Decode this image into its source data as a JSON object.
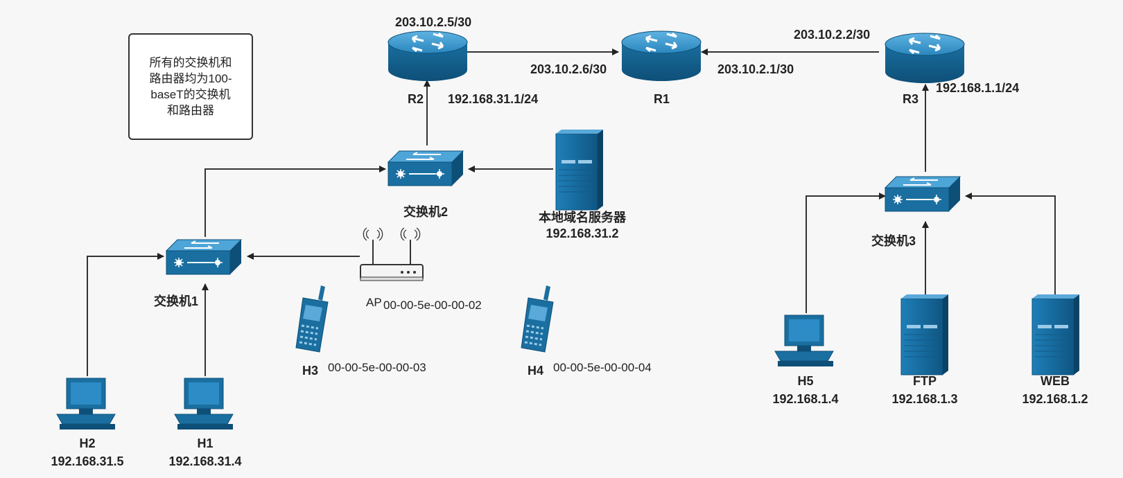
{
  "note": {
    "text": "所有的交换机和\n路由器均为100-\nbaseT的交换机\n和路由器"
  },
  "routers": {
    "r1": {
      "name": "R1",
      "ip_left": "203.10.2.6/30",
      "ip_right": "203.10.2.1/30"
    },
    "r2": {
      "name": "R2",
      "ip_wan": "203.10.2.5/30",
      "ip_lan": "192.168.31.1/24"
    },
    "r3": {
      "name": "R3",
      "ip_wan": "203.10.2.2/30",
      "ip_lan": "192.168.1.1/24"
    }
  },
  "switches": {
    "s1": "交换机1",
    "s2": "交换机2",
    "s3": "交换机3"
  },
  "dns": {
    "name": "本地域名服务器",
    "ip": "192.168.31.2"
  },
  "ap": {
    "name": "AP",
    "mac": "00-00-5e-00-00-02"
  },
  "hosts": {
    "h1": {
      "name": "H1",
      "ip": "192.168.31.4"
    },
    "h2": {
      "name": "H2",
      "ip": "192.168.31.5"
    },
    "h3": {
      "name": "H3",
      "mac": "00-00-5e-00-00-03"
    },
    "h4": {
      "name": "H4",
      "mac": "00-00-5e-00-00-04"
    },
    "h5": {
      "name": "H5",
      "ip": "192.168.1.4"
    }
  },
  "servers": {
    "ftp": {
      "name": "FTP",
      "ip": "192.168.1.3"
    },
    "web": {
      "name": "WEB",
      "ip": "192.168.1.2"
    }
  },
  "colors": {
    "device": "#1a6fa0",
    "device_dark": "#0e4f78",
    "device_light": "#4da3d4",
    "line": "#333333"
  }
}
